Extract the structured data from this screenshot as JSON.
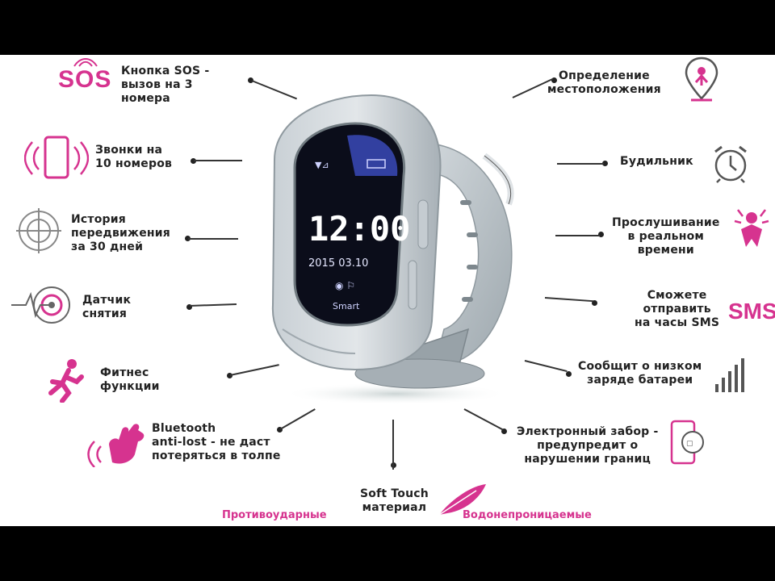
{
  "features_left": [
    {
      "lines": [
        "Кнопка SOS -",
        "вызов на 3",
        "номера"
      ],
      "icon": "sos-icon"
    },
    {
      "lines": [
        "Звонки на",
        "10 номеров"
      ],
      "icon": "phone-vibrate-icon"
    },
    {
      "lines": [
        "История",
        "передвижения",
        "за 30 дней"
      ],
      "icon": "radar-icon"
    },
    {
      "lines": [
        "Датчик",
        "снятия"
      ],
      "icon": "pulse-target-icon"
    },
    {
      "lines": [
        "Фитнес",
        "функции"
      ],
      "icon": "running-man-icon"
    },
    {
      "lines": [
        "Bluetooth",
        "anti-lost - не даст",
        "потеряться в толпе"
      ],
      "icon": "hand-signal-icon"
    }
  ],
  "features_right": [
    {
      "lines": [
        "Определение",
        "местоположения"
      ],
      "icon": "location-pin-icon"
    },
    {
      "lines": [
        "Будильник"
      ],
      "icon": "alarm-clock-icon"
    },
    {
      "lines": [
        "Прослушивание",
        "в реальном",
        "времени"
      ],
      "icon": "listening-person-icon"
    },
    {
      "lines": [
        "Сможете",
        "отправить",
        "на часы SMS"
      ],
      "icon": "sms-icon"
    },
    {
      "lines": [
        "Сообщит о низком",
        "заряде батареи"
      ],
      "icon": "signal-bars-icon"
    },
    {
      "lines": [
        "Электронный забор -",
        "предупредит о",
        "нарушении границ"
      ],
      "icon": "geofence-phone-icon"
    }
  ],
  "bottom": {
    "soft_touch": [
      "Soft Touch",
      "материал"
    ],
    "shockproof": "Противоударные",
    "waterproof": "Водонепроницаемые"
  },
  "icon_texts": {
    "sos": "SOS",
    "sms": "SMS"
  },
  "watch_screen": {
    "time": "12:00",
    "date": "2015 03.10",
    "brand": "Smart"
  },
  "colors": {
    "accent": "#d6338f",
    "strap": "#b9c2c8",
    "screen": "#0b0d1a"
  }
}
